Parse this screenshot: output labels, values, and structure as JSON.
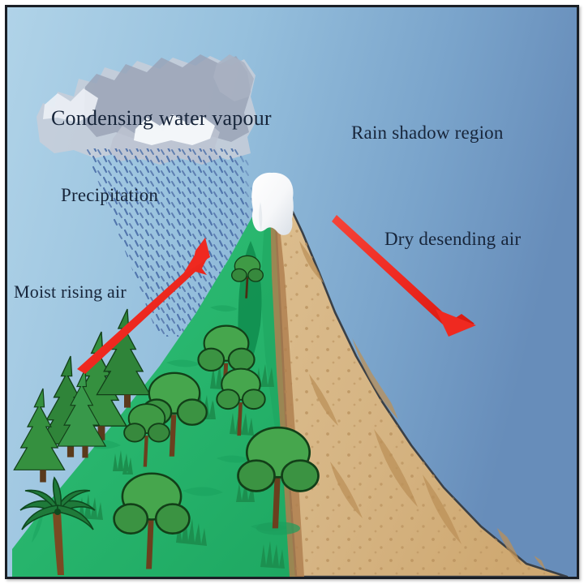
{
  "diagram": {
    "title": "Rain shadow effect / orographic precipitation diagram",
    "labels": {
      "condensing": "Condensing water vapour",
      "precipitation": "Precipitation",
      "moist_rising_air": "Moist rising air",
      "rain_shadow_region": "Rain shadow region",
      "dry_descending_air": "Dry desending air"
    },
    "colors": {
      "sky_light": "#a8cde6",
      "sky_dark": "#6a90bb",
      "cloud_light": "#f2f4f8",
      "cloud_mid": "#c6cbd8",
      "cloud_dark": "#8f96ab",
      "rain_dot": "#4a6ea8",
      "vegetation_green": "#2bb36b",
      "vegetation_green_dark": "#179a57",
      "tree_green": "#3fa34d",
      "tree_green_dark": "#1f6d33",
      "trunk_brown": "#6b3f1e",
      "sand_tan": "#d9b887",
      "sand_shadow": "#bb9058",
      "snow_white": "#fbfbfb",
      "arrow_red": "#ef2920",
      "text_navy": "#17253a",
      "frame_dark": "#1a1f26"
    },
    "elements": {
      "cloud": "cloud-shape",
      "snow_cap": "snow-cap",
      "windward_slope": "green-windward-slope",
      "leeward_slope": "tan-leeward-slope",
      "rain_band": "precipitation-band",
      "arrow_up": "moist-rising-air-arrow",
      "arrow_down": "dry-descending-air-arrow",
      "pine_trees": "pine-tree-cluster",
      "broadleaf_trees": "broadleaf-tree-cluster",
      "palm_tree": "palm-tree",
      "grass_tufts": "grass-tuft-cluster"
    }
  }
}
